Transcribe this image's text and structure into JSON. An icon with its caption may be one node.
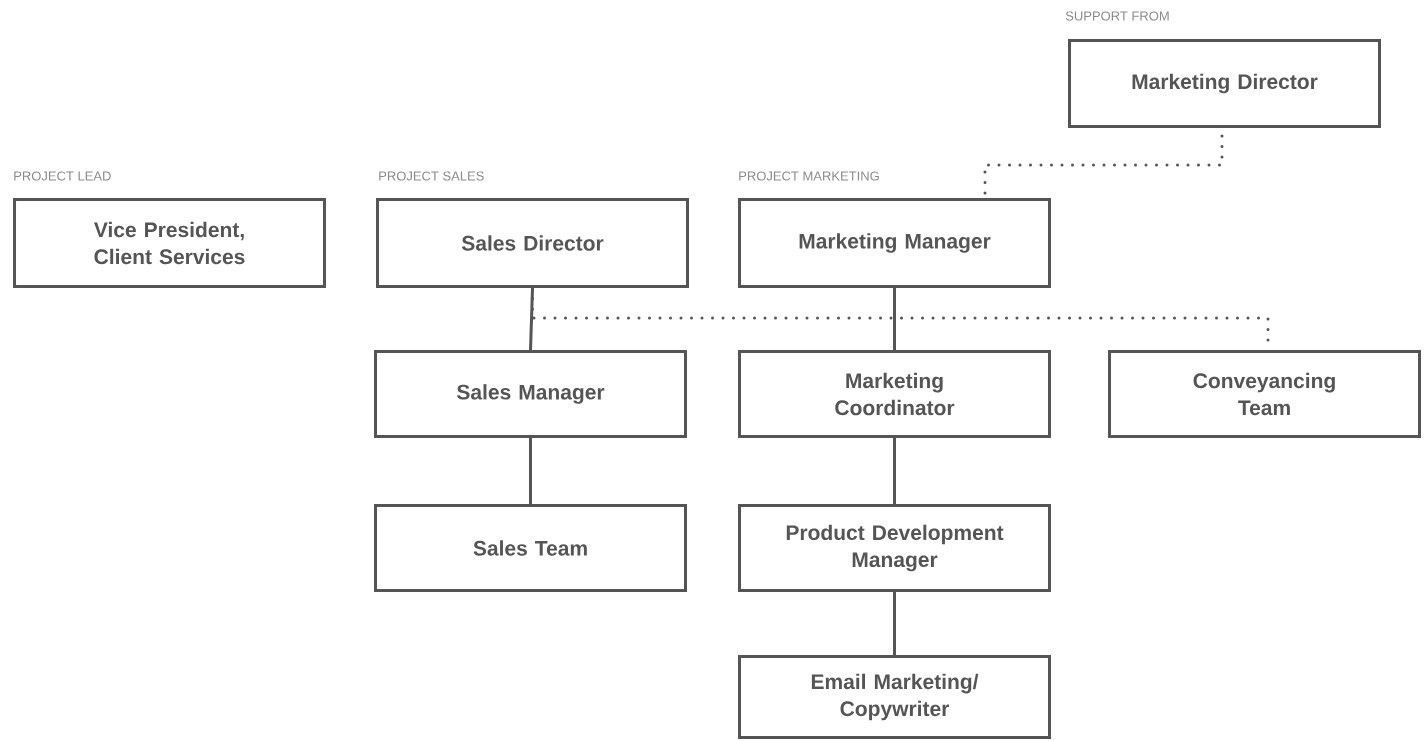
{
  "diagram": {
    "nodes": [
      {
        "text": [
          "Marketing Director"
        ]
      },
      {
        "text": [
          "Vice President, Client Services"
        ]
      },
      {
        "text": [
          "Sales Director"
        ]
      },
      {
        "text": [
          "Marketing Manager"
        ]
      },
      {
        "text": [
          "Sales Manager"
        ]
      },
      {
        "text": [
          "Marketing Coordinator"
        ]
      },
      {
        "text": [
          "Conveyancing Team"
        ]
      },
      {
        "text": [
          "Sales Team"
        ]
      },
      {
        "text": [
          "Product Development Manager"
        ]
      },
      {
        "text": [
          "Email Marketing/ Copywriter"
        ]
      }
    ],
    "edges": [
      {
        "from": 0,
        "to": 3,
        "arrow": "none",
        "style": "dashed"
      },
      {
        "from": 2,
        "to": 4,
        "arrow": "none"
      },
      {
        "from": 3,
        "to": 5,
        "arrow": "none"
      },
      {
        "from": 2,
        "to": 6,
        "arrow": "none",
        "style": "dashed"
      },
      {
        "from": 4,
        "to": 7,
        "arrow": "none"
      },
      {
        "from": 5,
        "to": 8,
        "arrow": "none"
      },
      {
        "from": 8,
        "to": 9,
        "arrow": "none"
      }
    ],
    "labels": [
      "SUPPORT FROM",
      "PROJECT LEAD",
      "PROJECT SALES",
      "PROJECT MARKETING"
    ]
  }
}
